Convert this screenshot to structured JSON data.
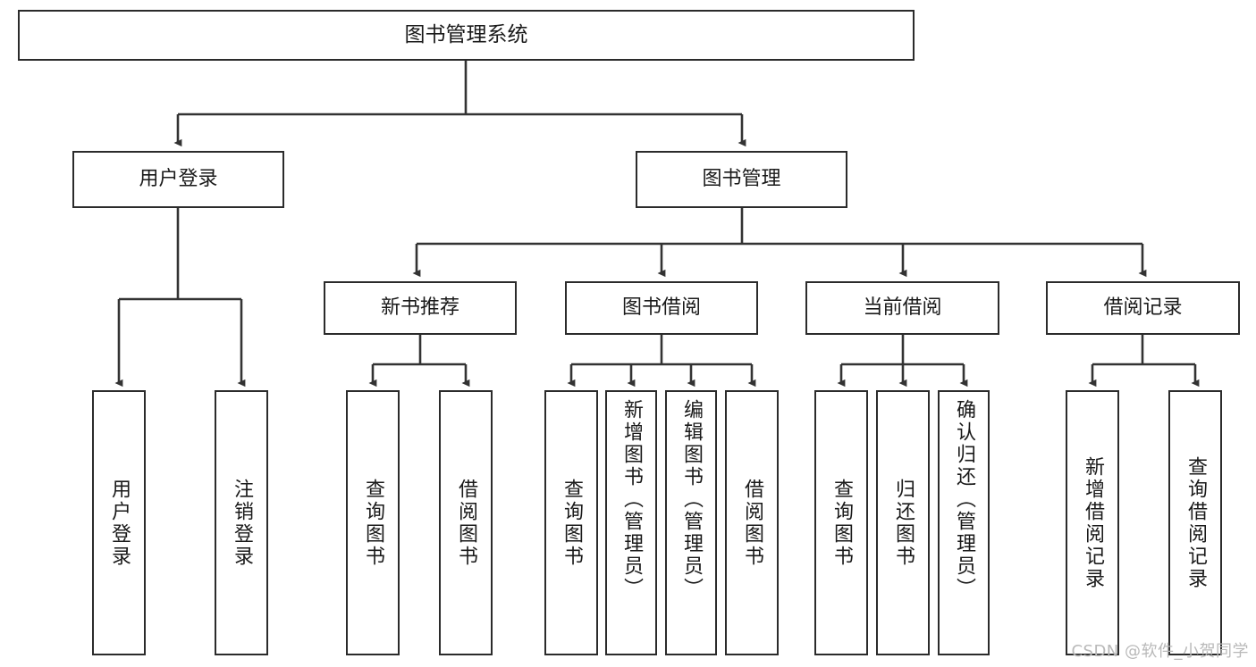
{
  "diagram": {
    "title": "图书管理系统",
    "type": "tree-hierarchy-chart",
    "watermark": "CSDN @软件_小贺同学",
    "colors": {
      "box_border": "#2b2b2b",
      "box_fill": "#ffffff",
      "connector": "#333333",
      "text": "#1a1a1a",
      "watermark": "#b9b9b9",
      "background": "#ffffff"
    },
    "root": {
      "label": "图书管理系统"
    },
    "level2": [
      {
        "label": "用户登录"
      },
      {
        "label": "图书管理"
      }
    ],
    "level3": [
      {
        "label": "新书推荐"
      },
      {
        "label": "图书借阅"
      },
      {
        "label": "当前借阅"
      },
      {
        "label": "借阅记录"
      }
    ],
    "leaves": {
      "user_login": [
        {
          "label": "用户登录"
        },
        {
          "label": "注销登录"
        }
      ],
      "new_book_recommend": [
        {
          "label": "查询图书"
        },
        {
          "label": "借阅图书"
        }
      ],
      "book_borrow": [
        {
          "label": "查询图书"
        },
        {
          "label": "新增图书（管理员）"
        },
        {
          "label": "编辑图书（管理员）"
        },
        {
          "label": "借阅图书"
        }
      ],
      "current_borrow": [
        {
          "label": "查询图书"
        },
        {
          "label": "归还图书"
        },
        {
          "label": "确认归还（管理员）"
        }
      ],
      "borrow_record": [
        {
          "label": "新增借阅记录"
        },
        {
          "label": "查询借阅记录"
        }
      ]
    }
  }
}
